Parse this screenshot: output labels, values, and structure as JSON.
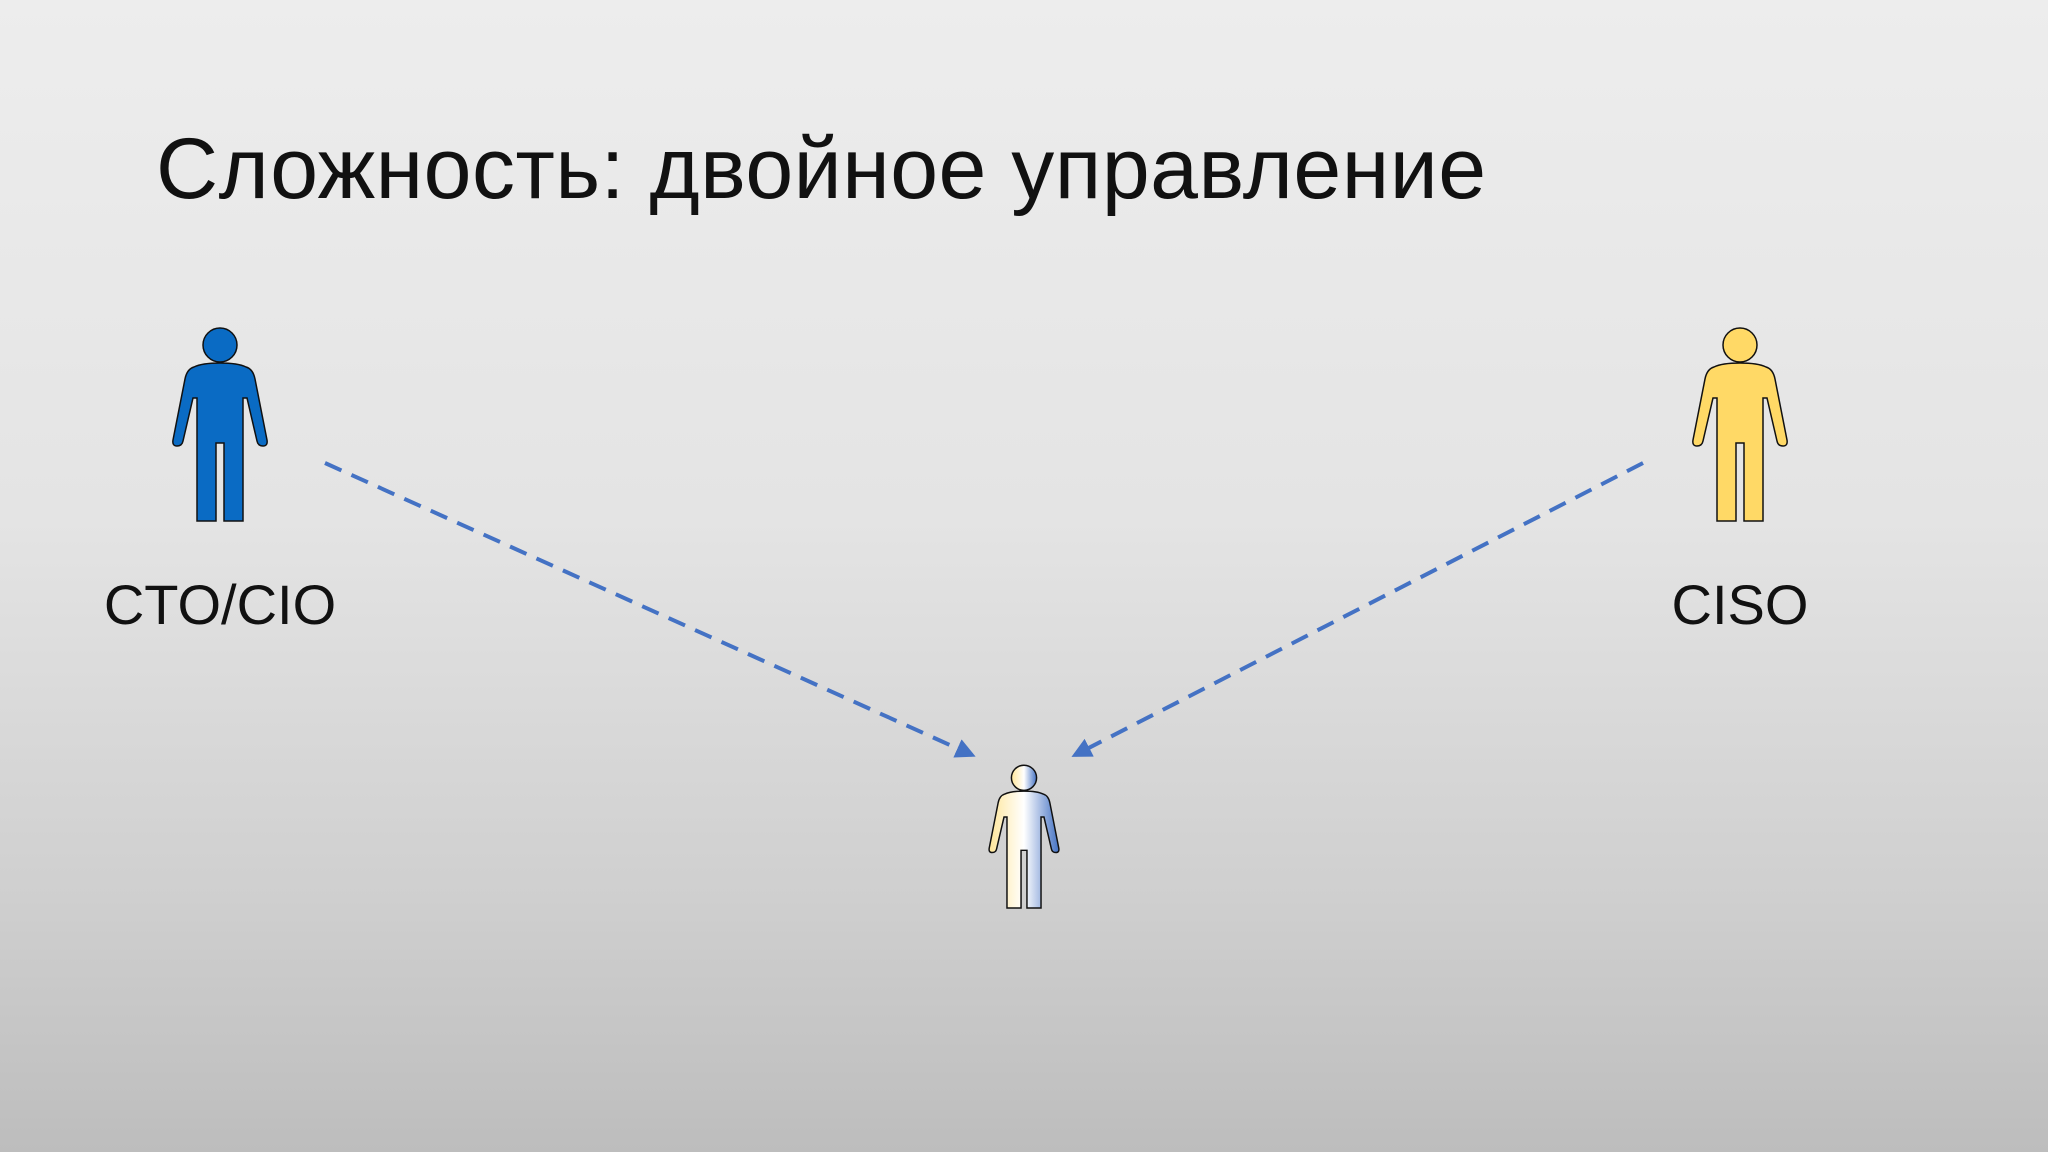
{
  "title": "Сложность: двойное управление",
  "nodes": {
    "left": {
      "label": "CTO/CIO",
      "color": "#0a6bc4"
    },
    "right": {
      "label": "CISO",
      "color": "#ffd966"
    },
    "bottom": {
      "colors": [
        "#ffe699",
        "#ffffff",
        "#4472c4"
      ]
    }
  },
  "arrows": {
    "color": "#4472c4",
    "style": "dashed"
  }
}
